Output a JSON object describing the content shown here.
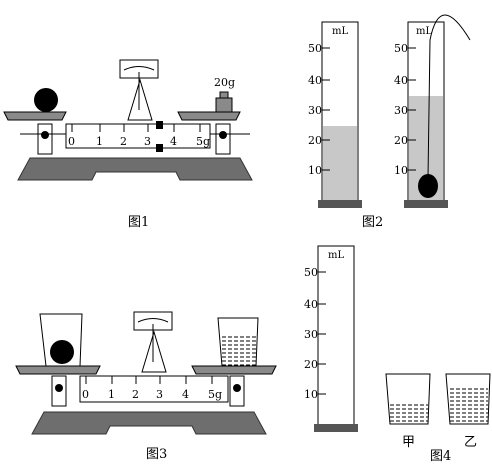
{
  "figure1": {
    "caption": "图1",
    "weight_label": "20g",
    "ruler_labels": [
      "0",
      "1",
      "2",
      "3",
      "4",
      "5g"
    ]
  },
  "figure2": {
    "caption": "图2",
    "unit": "mL",
    "cylinder_ticks": [
      "50",
      "40",
      "30",
      "20",
      "10"
    ],
    "water_level_ml": 25
  },
  "figure2b": {
    "unit": "mL",
    "cylinder_ticks": [
      "50",
      "40",
      "30",
      "20",
      "10"
    ],
    "water_level_ml": 35
  },
  "figure3": {
    "caption": "图3",
    "ruler_labels": [
      "0",
      "1",
      "2",
      "3",
      "4",
      "5g"
    ]
  },
  "figure4": {
    "caption": "图4",
    "unit": "mL",
    "cylinder_ticks": [
      "50",
      "40",
      "30",
      "20",
      "10"
    ],
    "beaker_labels": [
      "甲",
      "乙"
    ]
  },
  "colors": {
    "base": "#6e6e6e",
    "liquid": "#c8c8c8",
    "pan": "#8a8a8a"
  }
}
